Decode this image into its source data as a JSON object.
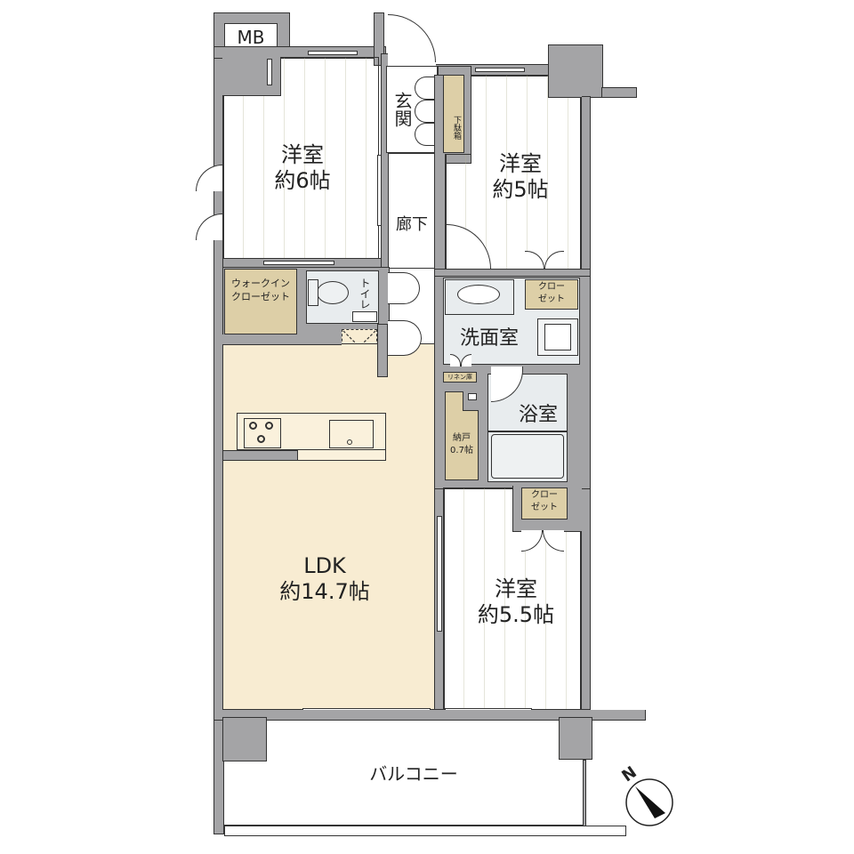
{
  "floorplan": {
    "mb": {
      "label": "MB"
    },
    "rooms": {
      "western_room_1": {
        "name": "洋室",
        "size": "約6帖"
      },
      "western_room_2": {
        "name": "洋室",
        "size": "約5帖"
      },
      "western_room_3": {
        "name": "洋室",
        "size": "約5.5帖"
      },
      "ldk": {
        "name": "LDK",
        "size": "約14.7帖"
      },
      "entrance": {
        "name": "玄関"
      },
      "hallway": {
        "name": "廊下"
      },
      "toilet": {
        "name": "トイレ"
      },
      "washroom": {
        "name": "洗面室"
      },
      "bathroom": {
        "name": "浴室"
      },
      "balcony": {
        "name": "バルコニー"
      }
    },
    "storage": {
      "shoe_box": {
        "label": "下駄箱"
      },
      "walk_in_closet": {
        "line1": "ウォークイン",
        "line2": "クローゼット"
      },
      "closet_room2": {
        "line1": "クロー",
        "line2": "ゼット"
      },
      "closet_room3": {
        "line1": "クロー",
        "line2": "ゼット"
      },
      "linen": {
        "label": "リネン庫"
      },
      "storeroom": {
        "line1": "納戸",
        "line2": "0.7帖"
      }
    },
    "compass": {
      "label": "N"
    },
    "colors": {
      "wall": "#a4a4a6",
      "western_room": "#f6f6e2",
      "ldk": "#f8ecd2",
      "wet_area": "#e8ecee",
      "storage": "#ddcfa7"
    }
  }
}
